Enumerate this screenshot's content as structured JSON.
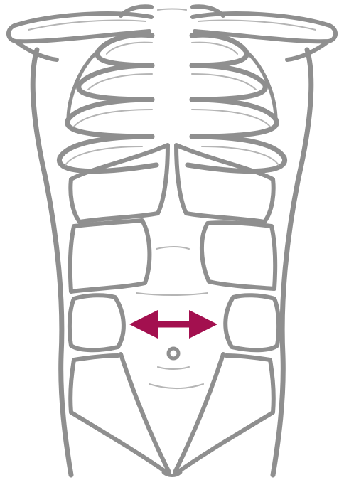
{
  "diagram": {
    "subject": "torso-anatomy-outline",
    "structures": [
      "clavicles",
      "ribcage",
      "sternum",
      "rectus-abdominis",
      "linea-alba",
      "navel",
      "pelvic-lines"
    ],
    "indicator": {
      "type": "double-arrow",
      "orientation": "horizontal",
      "meaning": "gap-between-rectus-abdominis"
    }
  },
  "colors": {
    "outline": "#8f8f8f",
    "outline_light": "#b5b5b5",
    "arrow": "#a3104f",
    "background": "#ffffff"
  }
}
